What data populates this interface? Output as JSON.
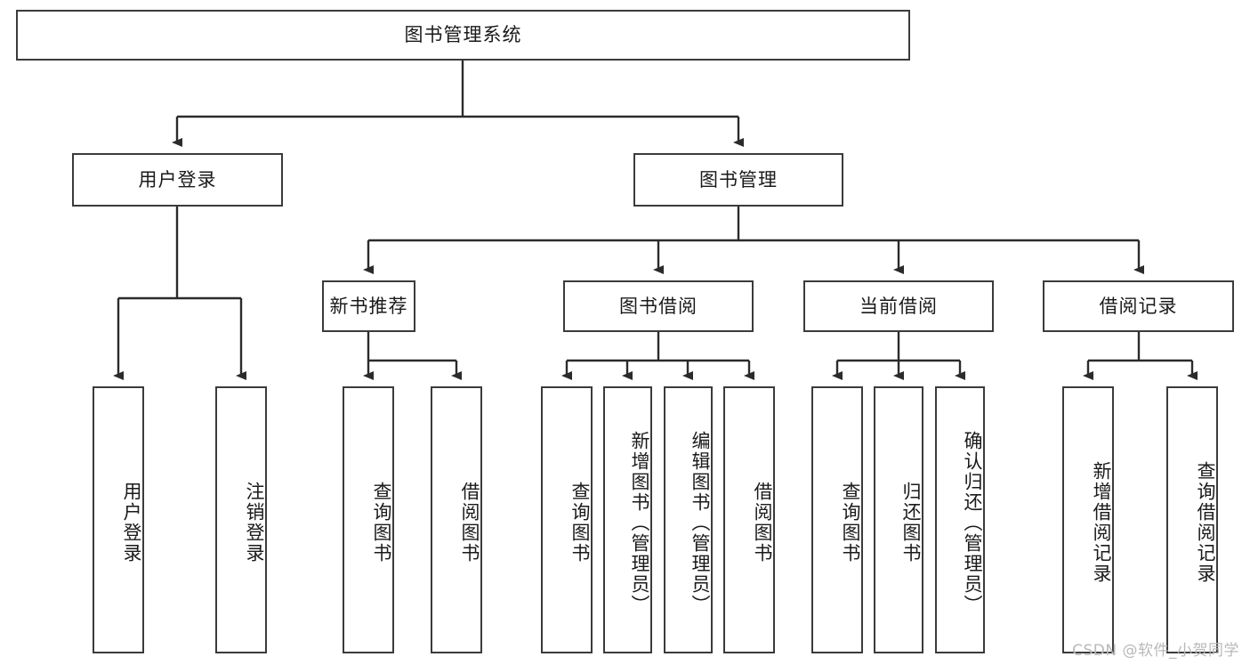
{
  "diagram": {
    "title": "图书管理系统",
    "type": "tree",
    "watermark": "CSDN @软件_小贺同学",
    "colors": {
      "box_border": "#3b3b3b",
      "box_fill": "#ffffff",
      "connector": "#2b2b2b",
      "text": "#1a1a1a",
      "watermark": "#b9b9b9",
      "background": "#ffffff"
    },
    "nodes": {
      "root": {
        "label": "图书管理系统",
        "level": 1,
        "orientation": "horizontal"
      },
      "user_login": {
        "label": "用户登录",
        "level": 2,
        "orientation": "horizontal"
      },
      "book_manage": {
        "label": "图书管理",
        "level": 2,
        "orientation": "horizontal"
      },
      "new_book_rec": {
        "label": "新书推荐",
        "level": 3,
        "orientation": "horizontal"
      },
      "book_borrow": {
        "label": "图书借阅",
        "level": 3,
        "orientation": "horizontal"
      },
      "current_borrow": {
        "label": "当前借阅",
        "level": 3,
        "orientation": "horizontal"
      },
      "borrow_record": {
        "label": "借阅记录",
        "level": 3,
        "orientation": "horizontal"
      },
      "leaf_user_login": {
        "label": "用户登录",
        "level": 4,
        "orientation": "vertical"
      },
      "leaf_logout": {
        "label": "注销登录",
        "level": 4,
        "orientation": "vertical"
      },
      "leaf_query_book_1": {
        "label": "查询图书",
        "level": 4,
        "orientation": "vertical"
      },
      "leaf_borrow_book_1": {
        "label": "借阅图书",
        "level": 4,
        "orientation": "vertical"
      },
      "leaf_query_book_2": {
        "label": "查询图书",
        "level": 4,
        "orientation": "vertical"
      },
      "leaf_add_book": {
        "label": "新增图书（管理员）",
        "level": 4,
        "orientation": "vertical"
      },
      "leaf_edit_book": {
        "label": "编辑图书（管理员）",
        "level": 4,
        "orientation": "vertical"
      },
      "leaf_borrow_book_2": {
        "label": "借阅图书",
        "level": 4,
        "orientation": "vertical"
      },
      "leaf_query_book_3": {
        "label": "查询图书",
        "level": 4,
        "orientation": "vertical"
      },
      "leaf_return_book": {
        "label": "归还图书",
        "level": 4,
        "orientation": "vertical"
      },
      "leaf_confirm_return": {
        "label": "确认归还（管理员）",
        "level": 4,
        "orientation": "vertical"
      },
      "leaf_add_record": {
        "label": "新增借阅记录",
        "level": 4,
        "orientation": "vertical"
      },
      "leaf_query_record": {
        "label": "查询借阅记录",
        "level": 4,
        "orientation": "vertical"
      }
    },
    "edges": [
      {
        "from": "root",
        "to": "user_login"
      },
      {
        "from": "root",
        "to": "book_manage"
      },
      {
        "from": "user_login",
        "to": "leaf_user_login"
      },
      {
        "from": "user_login",
        "to": "leaf_logout"
      },
      {
        "from": "book_manage",
        "to": "new_book_rec"
      },
      {
        "from": "book_manage",
        "to": "book_borrow"
      },
      {
        "from": "book_manage",
        "to": "current_borrow"
      },
      {
        "from": "book_manage",
        "to": "borrow_record"
      },
      {
        "from": "new_book_rec",
        "to": "leaf_query_book_1"
      },
      {
        "from": "new_book_rec",
        "to": "leaf_borrow_book_1"
      },
      {
        "from": "book_borrow",
        "to": "leaf_query_book_2"
      },
      {
        "from": "book_borrow",
        "to": "leaf_add_book"
      },
      {
        "from": "book_borrow",
        "to": "leaf_edit_book"
      },
      {
        "from": "book_borrow",
        "to": "leaf_borrow_book_2"
      },
      {
        "from": "current_borrow",
        "to": "leaf_query_book_3"
      },
      {
        "from": "current_borrow",
        "to": "leaf_return_book"
      },
      {
        "from": "current_borrow",
        "to": "leaf_confirm_return"
      },
      {
        "from": "borrow_record",
        "to": "leaf_add_record"
      },
      {
        "from": "borrow_record",
        "to": "leaf_query_record"
      }
    ]
  }
}
